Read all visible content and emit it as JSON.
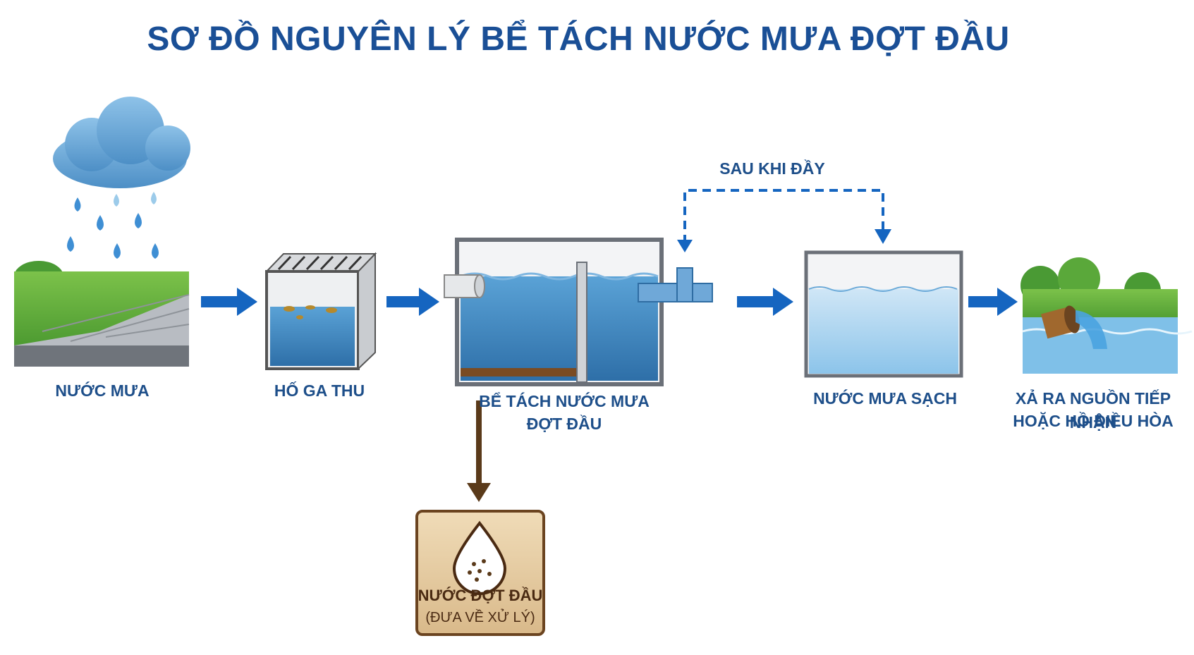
{
  "title": "SƠ ĐỒ NGUYÊN LÝ BỂ TÁCH NƯỚC MƯA ĐỢT ĐẦU",
  "stages": {
    "rain": "NƯỚC MƯA",
    "catch_basin": "HỐ GA THU",
    "separator_line1": "BỂ TÁCH NƯỚC MƯA",
    "separator_line2": "ĐỢT ĐẦU",
    "clean_water": "NƯỚC MƯA SẠCH",
    "discharge_line1": "XẢ RA NGUỒN TIẾP NHẬN",
    "discharge_line2": "HOẶC HỒ ĐIỀU HÒA"
  },
  "overflow_label": "SAU KHI ĐẦY",
  "first_flush": {
    "line1": "NƯỚC ĐỢT ĐẦU",
    "line2": "(ĐƯA VỀ XỬ LÝ)"
  },
  "colors": {
    "title": "#1a4f96",
    "arrow": "#1565c0",
    "water": "#4a90c8",
    "sludge_arrow": "#5a3a1a",
    "first_flush_box": "#e8cfa6"
  }
}
